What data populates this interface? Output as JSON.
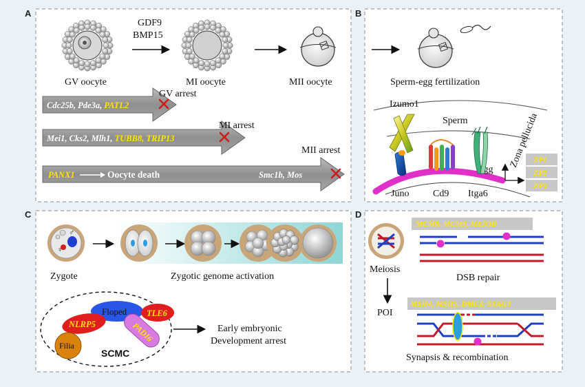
{
  "panels": {
    "A": {
      "letter": "A",
      "stage_gv": "GV oocyte",
      "stage_mi": "MI oocyte",
      "stage_mii": "MII oocyte",
      "factor_1": "GDF9",
      "factor_2": "BMP15",
      "arrest_gv": "GV arrest",
      "arrest_mi": "MI arrest",
      "arrest_mii": "MII arrest",
      "row1_genes": [
        "Cdc25b, ",
        "Pde3a, ",
        "PATL2"
      ],
      "row2_genes": [
        "Mei1, ",
        "Cks2, ",
        "Mlh1, ",
        "TUBB8, ",
        "TRIP13"
      ],
      "row3_gene_yellow": "PANX1",
      "row3_death": "Oocyte death",
      "row3_genes_right": "Smc1b, Mos"
    },
    "B": {
      "letter": "B",
      "title": "Sperm-egg fertilization",
      "izumo": "Izumo1",
      "sperm": "Sperm",
      "egg": "Egg",
      "juno": "Juno",
      "cd9": "Cd9",
      "itga6": "Itga6",
      "zona": "Zona pellucida",
      "zp": [
        "ZP1",
        "ZP2",
        "ZP3"
      ]
    },
    "C": {
      "letter": "C",
      "zygote": "Zygote",
      "zga": "Zygotic genome activation",
      "floped": "Floped",
      "tle6": "TLE6",
      "nlrp5": "NLRP5",
      "padi6": "PADI6",
      "filia": "Filia",
      "scmc": "SCMC",
      "arrest_line1": "Early embryonic",
      "arrest_line2": "Development arrest",
      "female_symbol": "♀",
      "male_symbol": "♂"
    },
    "D": {
      "letter": "D",
      "meiosis": "Meiosis",
      "poi": "POI",
      "genes_top": "MCM8, MCM9, MEIOB",
      "dsb": "DSB repair",
      "genes_bottom": "MSH4, MSH5, DMC1, STAG3",
      "synapsis": "Synapsis & recombination"
    }
  },
  "colors": {
    "background": "#eaf2f8",
    "panel_fill": "#ffffff",
    "gene_highlight": "#ffe500",
    "arrest_x": "#c81e1e",
    "chrom_blue": "#1f3fbf",
    "chrom_red": "#c0192c",
    "egg_membrane": "#e030c8",
    "gene_box": "#c8c8c8"
  }
}
